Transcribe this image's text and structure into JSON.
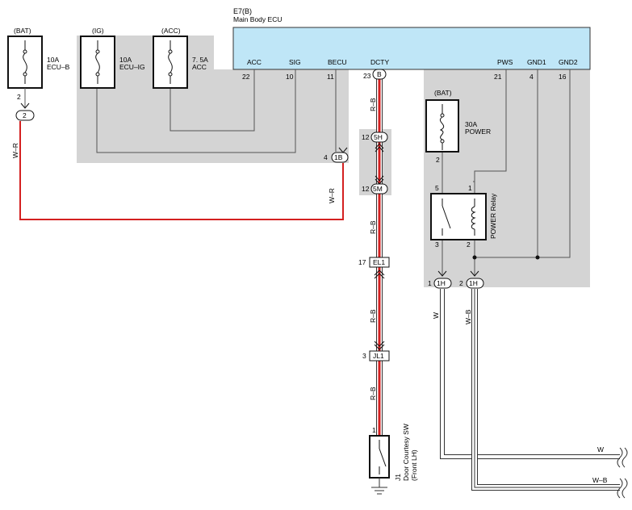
{
  "ecu": {
    "connector_id": "E7(B)",
    "name": "Main Body ECU",
    "colors": {
      "fill": "#bfe6f7",
      "stroke": "#333333"
    },
    "pins": [
      {
        "label": "ACC",
        "number": "22"
      },
      {
        "label": "SIG",
        "number": "10"
      },
      {
        "label": "BECU",
        "number": "11"
      },
      {
        "label": "DCTY",
        "number": "23"
      },
      {
        "label": "PWS",
        "number": "21"
      },
      {
        "label": "GND1",
        "number": "4"
      },
      {
        "label": "GND2",
        "number": "16"
      }
    ],
    "dcty_connector": "B"
  },
  "fuses": [
    {
      "source": "(BAT)",
      "rating": "10A",
      "name": "ECU–B",
      "out_pin": "2",
      "connector": "2"
    },
    {
      "source": "(IG)",
      "rating": "10A",
      "name": "ECU–IG"
    },
    {
      "source": "(ACC)",
      "rating": "7. 5A",
      "name": "ACC"
    },
    {
      "source": "(BAT)",
      "rating": "30A",
      "name": "POWER",
      "out_pin": "2"
    }
  ],
  "relay": {
    "name": "POWER Relay",
    "pins": [
      "5",
      "1",
      "3",
      "2"
    ]
  },
  "connectors": {
    "c1b": {
      "label": "1B",
      "pin": "4"
    },
    "c5h": {
      "label": "5H",
      "pin": "12"
    },
    "c5m": {
      "label": "5M",
      "pin": "12"
    },
    "el1": {
      "label": "EL1",
      "pin": "17"
    },
    "jl1": {
      "label": "JL1",
      "pin": "3"
    },
    "c1h_a": {
      "label": "1H",
      "pin": "1"
    },
    "c1h_b": {
      "label": "1H",
      "pin": "2"
    }
  },
  "wire_colors": {
    "w_r_1": "W–R",
    "w_r_2": "W–R",
    "r_b": [
      "R–B",
      "R–B",
      "R–B",
      "R–B"
    ],
    "w": "W",
    "w_b": "W–B",
    "w_out": "W",
    "w_b_out": "W–B"
  },
  "door_switch": {
    "connector": "J1",
    "name": "Door Courtesy SW",
    "position": "(Front LH)",
    "pin": "1"
  },
  "colors": {
    "shade": "#d4d4d4",
    "harness_red": "#d42020",
    "wire": "#555555"
  }
}
